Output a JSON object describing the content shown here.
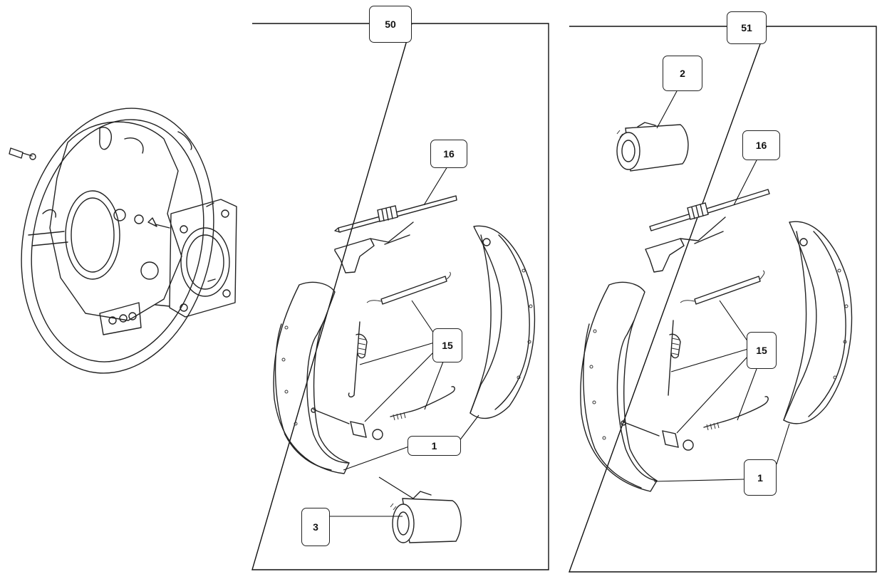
{
  "panels": [
    {
      "id": "50"
    },
    {
      "id": "51"
    }
  ],
  "callouts": {
    "p50": {
      "panel": "50",
      "c16": "16",
      "c15": "15",
      "c1": "1",
      "c3": "3"
    },
    "p51": {
      "panel": "51",
      "c2": "2",
      "c16": "16",
      "c15": "15",
      "c1": "1"
    }
  },
  "colors": {
    "line": "#222222",
    "background": "#ffffff"
  }
}
